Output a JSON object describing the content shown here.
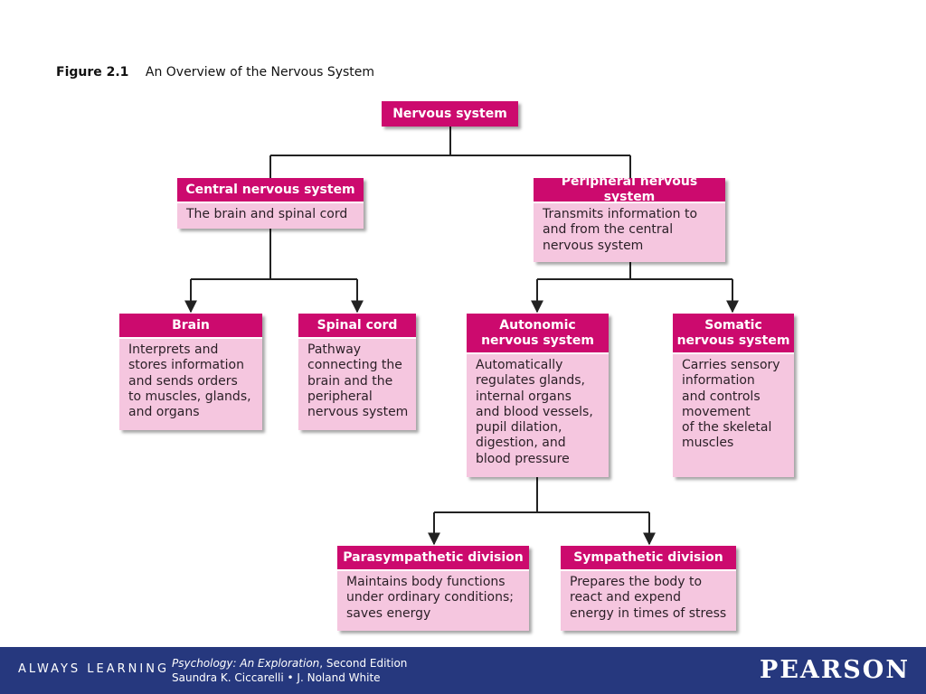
{
  "figure": {
    "number": "Figure 2.1",
    "title": "An Overview of the Nervous System"
  },
  "nodes": {
    "nervous": {
      "title": "Nervous system"
    },
    "cns": {
      "title": "Central nervous system",
      "desc": "The brain and spinal cord"
    },
    "pns": {
      "title": "Peripheral nervous system",
      "desc": "Transmits information to\nand from the central\nnervous system"
    },
    "brain": {
      "title": "Brain",
      "desc": "Interprets and\nstores information\nand sends orders\nto muscles, glands,\nand organs"
    },
    "spinal": {
      "title": "Spinal cord",
      "desc": "Pathway\nconnecting the\nbrain and the\nperipheral\nnervous system"
    },
    "autonomic": {
      "title": "Autonomic\nnervous system",
      "desc": "Automatically\nregulates glands,\ninternal organs\nand blood vessels,\npupil dilation,\ndigestion, and\nblood pressure"
    },
    "somatic": {
      "title": "Somatic\nnervous system",
      "desc": "Carries sensory\ninformation\nand controls\nmovement\nof the skeletal\nmuscles"
    },
    "para": {
      "title": "Parasympathetic division",
      "desc": "Maintains body functions\nunder ordinary conditions;\nsaves energy"
    },
    "symp": {
      "title": "Sympathetic division",
      "desc": "Prepares the body to\nreact and expend\nenergy in times of stress"
    }
  },
  "footer": {
    "tagline": "ALWAYS LEARNING",
    "book_title": "Psychology: An Exploration",
    "edition": ", Second Edition",
    "authors": "Saundra K. Ciccarelli • J. Noland White",
    "publisher": "PEARSON"
  },
  "colors": {
    "header": "#cc0a6e",
    "body": "#f5c6df",
    "footer": "#26387e",
    "line": "#222222"
  }
}
